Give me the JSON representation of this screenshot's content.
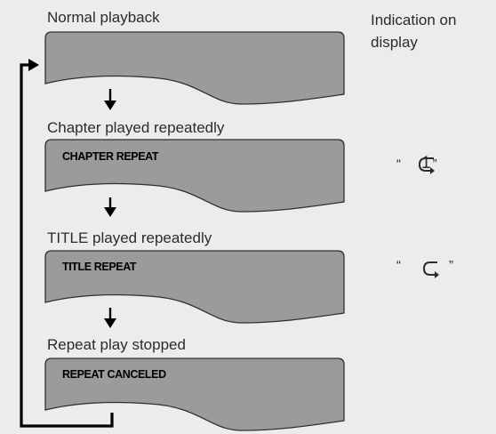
{
  "header": {
    "indication_line1": "Indication on",
    "indication_line2": "display"
  },
  "steps": [
    {
      "label": "Normal playback",
      "screen_text": "",
      "indication": ""
    },
    {
      "label": "Chapter played repeatedly",
      "screen_text": "CHAPTER REPEAT",
      "indication": "1"
    },
    {
      "label": "TITLE played repeatedly",
      "screen_text": "TITLE REPEAT",
      "indication": ""
    },
    {
      "label": "Repeat play stopped",
      "screen_text": "REPEAT CANCELED",
      "indication": ""
    }
  ],
  "indication_quote_open": "“",
  "indication_quote_close": "”",
  "icons": {
    "repeat_symbol": "repeat-icon",
    "down_arrow": "arrow-down-icon",
    "loop_arrow": "loop-back-arrow-icon"
  },
  "colors": {
    "background": "#ececec",
    "panel_fill": "#9b9b9b",
    "panel_stroke": "#2f2f2f",
    "text": "#2b2b2b",
    "arrow": "#000000"
  }
}
